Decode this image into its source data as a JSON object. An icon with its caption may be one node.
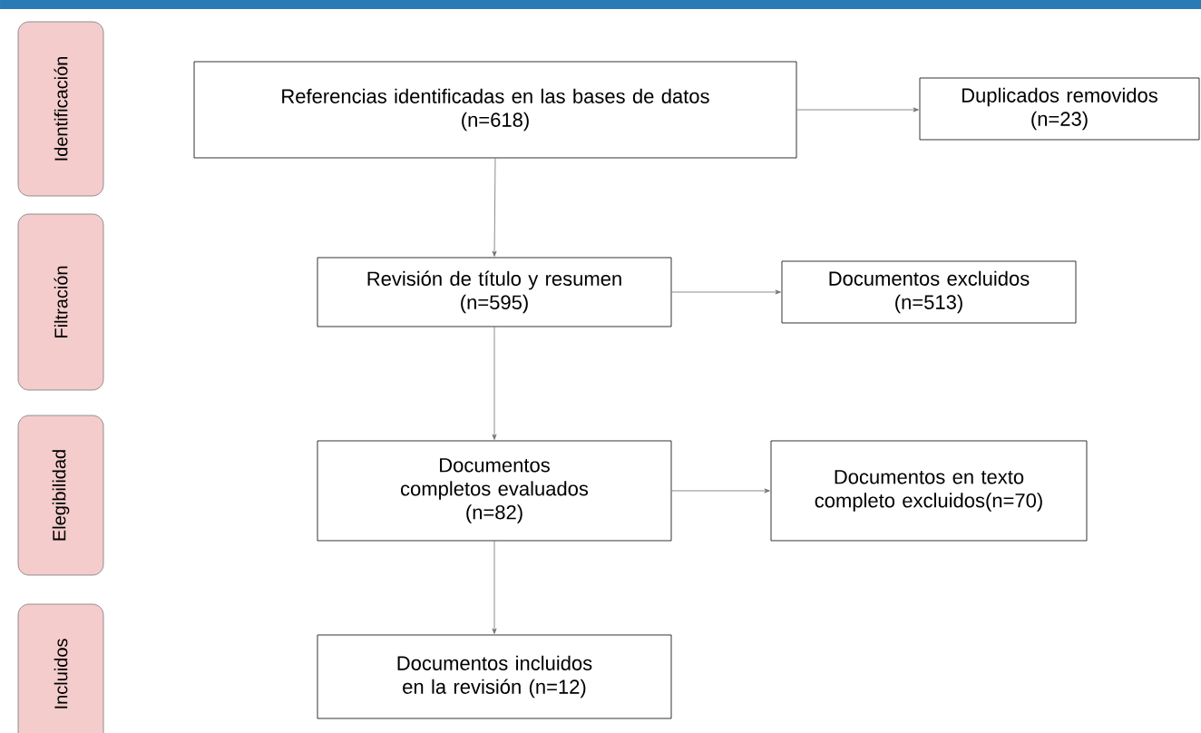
{
  "diagram": {
    "nodes": [
      {
        "text": [
          "Identificación"
        ]
      },
      {
        "text": [
          "Filtración"
        ]
      },
      {
        "text": [
          "Elegibilidad"
        ]
      },
      {
        "text": [
          "Incluidos"
        ]
      },
      {
        "text": [
          "Referencias identificadas en las bases de datos",
          "(n=618)"
        ]
      },
      {
        "text": [
          "Duplicados removidos",
          "(n=23)"
        ]
      },
      {
        "text": [
          "Revisión de título y resumen",
          "(n=595)"
        ]
      },
      {
        "text": [
          "Documentos excluidos",
          "(n=513)"
        ]
      },
      {
        "text": [
          "Documentos completos evaluados",
          "(n=82)"
        ]
      },
      {
        "text": [
          "Documentos en texto completo excluidos(n=70)"
        ]
      },
      {
        "text": [
          "Documentos incluidos en la revisión (n=12)"
        ]
      }
    ],
    "edges": [
      {
        "from": 4,
        "to": 5,
        "arrow": "to"
      },
      {
        "from": 4,
        "to": 6,
        "arrow": "to"
      },
      {
        "from": 6,
        "to": 7,
        "arrow": "to"
      },
      {
        "from": 6,
        "to": 8,
        "arrow": "to"
      },
      {
        "from": 8,
        "to": 9,
        "arrow": "to"
      },
      {
        "from": 8,
        "to": 10,
        "arrow": "to"
      }
    ]
  }
}
